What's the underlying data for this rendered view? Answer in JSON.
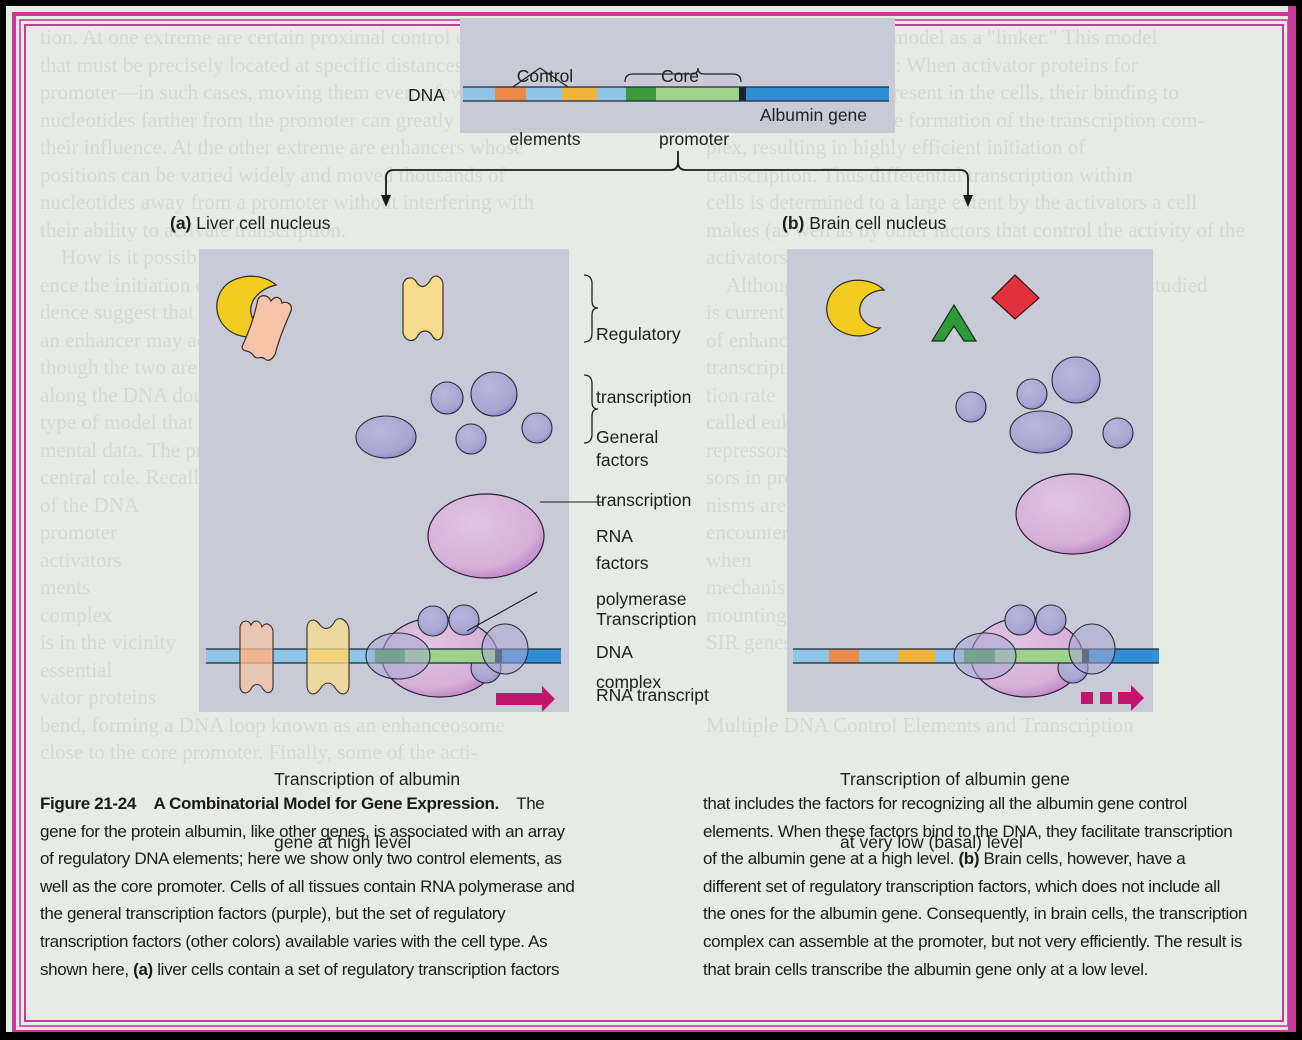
{
  "figure": {
    "number": "Figure 21-24",
    "title": "A Combinatorial Model for Gene Expression.",
    "caption_left_lines": [
      "gene for the protein albumin, like other genes, is associated with an array",
      "of regulatory DNA elements; here we show only two control elements, as",
      "well as the core promoter. Cells of all tissues contain RNA polymerase and",
      "the general transcription factors (purple), but the set of regulatory",
      "transcription factors (other colors) available varies with the cell type. As"
    ],
    "caption_left_first_tail": "The",
    "caption_left_last_pre": "shown here, ",
    "caption_left_last_bold": "(a)",
    "caption_left_last_post": " liver cells contain a set of regulatory transcription factors",
    "caption_right_lines": [
      "that includes the factors for recognizing all the albumin gene control",
      "elements. When these factors bind to the DNA, they facilitate transcription"
    ],
    "caption_right_l3_pre": "of the albumin gene at a high level. ",
    "caption_right_l3_bold": "(b)",
    "caption_right_l3_post": " Brain cells, however, have a",
    "caption_right_rest": [
      "different set of regulatory transcription factors, which does not include all",
      "the ones for the albumin gene. Consequently, in brain cells, the transcription",
      "complex can assemble at the promoter, but not very efficiently. The result is",
      "that brain cells transcribe the albumin gene only at a low level."
    ]
  },
  "top_diagram": {
    "dna_label": "DNA",
    "control_elements_line1": "Control",
    "control_elements_line2": "elements",
    "core_promoter_line1": "Core",
    "core_promoter_line2": "promoter",
    "gene_label": "Albumin gene"
  },
  "panel_a": {
    "title_bold": "(a)",
    "title": " Liver cell nucleus",
    "labels": {
      "regulatory": [
        "Regulatory",
        "transcription",
        "factors"
      ],
      "general": [
        "General",
        "transcription",
        "factors"
      ],
      "rna_polymerase": [
        "RNA",
        "polymerase"
      ],
      "transcription_complex": [
        "Transcription",
        "complex"
      ],
      "dna": "DNA",
      "rna_transcript": "RNA transcript"
    },
    "result_line1": "Transcription of albumin",
    "result_line2": "gene at high level"
  },
  "panel_b": {
    "title_bold": "(b)",
    "title": " Brain cell nucleus",
    "result_line1": "Transcription of albumin gene",
    "result_line2": "at very low (basal) level"
  },
  "colors": {
    "frame": "#c8399a",
    "panel": "#c9cad8",
    "dna_light_blue": "#8ec5e6",
    "control_orange": "#e98a4a",
    "control_yellow": "#efb23a",
    "promoter_dark_green": "#3a9a3c",
    "promoter_light_green": "#9ed18a",
    "gene_blue": "#2f8ed6",
    "general_tf_purple": "#aaa9d3",
    "rna_pol_pink": "#d9b4da",
    "transcript_magenta": "#c0156d",
    "crescent_yellow": "#f2cc20",
    "triangle_green": "#2e9a3a",
    "diamond_red": "#e2323e"
  },
  "ghost_text": {
    "left": [
      "tion. At one extreme are certain proximal control elements",
      "that must be precisely located at specific distances from the",
      "promoter—in such cases, moving them even a few",
      "nucleotides farther from the promoter can greatly reduce",
      "their influence. At the other extreme are enhancers whose",
      "positions can be varied widely and moved thousands of",
      "nucleotides away from a promoter without interfering with",
      "their ability to activate transcription.",
      "    How is it possible for DNA control sequences to influ-",
      "ence the initiation of transcription across these distances?",
      "dence suggest that a combination of regulatory factors binding",
      "an enhancer may act at the promoter even",
      "though the two are located far apart",
      "along the DNA double helix",
      "type of model that is consistent with experi-",
      "mental data. The protein called the activator plays a",
      "central role. Recall from Chapter 19 that",
      "of the DNA",
      "promoter",
      "activators",
      "ments",
      "complex",
      "is in the vicinity",
      "essential",
      "vator proteins",
      "bend, forming a DNA loop known as an enhanceosome",
      "close to the core promoter. Finally, some of the acti-"
    ],
    "right": [
      "bound to DNA in this model as a \"linker.\" This model",
      "supports the main idea: When activator proteins for",
      "a particular gene are present in the cells, their binding to",
      "enhancers can facilitate formation of the transcription com-",
      "plex, resulting in highly efficient initiation of",
      "transcription. Thus differential transcription within",
      "cells is determined to a large extent by the activators a cell",
      "makes (as well as by other factors that control the activity of the",
      "activators, a topic we will discuss shortly).",
      "    Although the specific activators in cell types well studied",
      "is currently limited, it is clear that many of the tran-",
      "of enhancers can act in a way other than activa-",
      "transcription. Such regulatory transcrip-",
      "tion rate",
      "called eukaryotic",
      "repressors. Like their prokaryotic repre-",
      "sors in prokaryotes, eukaryotic mecha-",
      "nisms are",
      "encounter",
      "when",
      "mechanisms",
      "mounting",
      "SIR genes",
      "",
      "",
      "Multiple DNA Control Elements and Transcription"
    ]
  }
}
